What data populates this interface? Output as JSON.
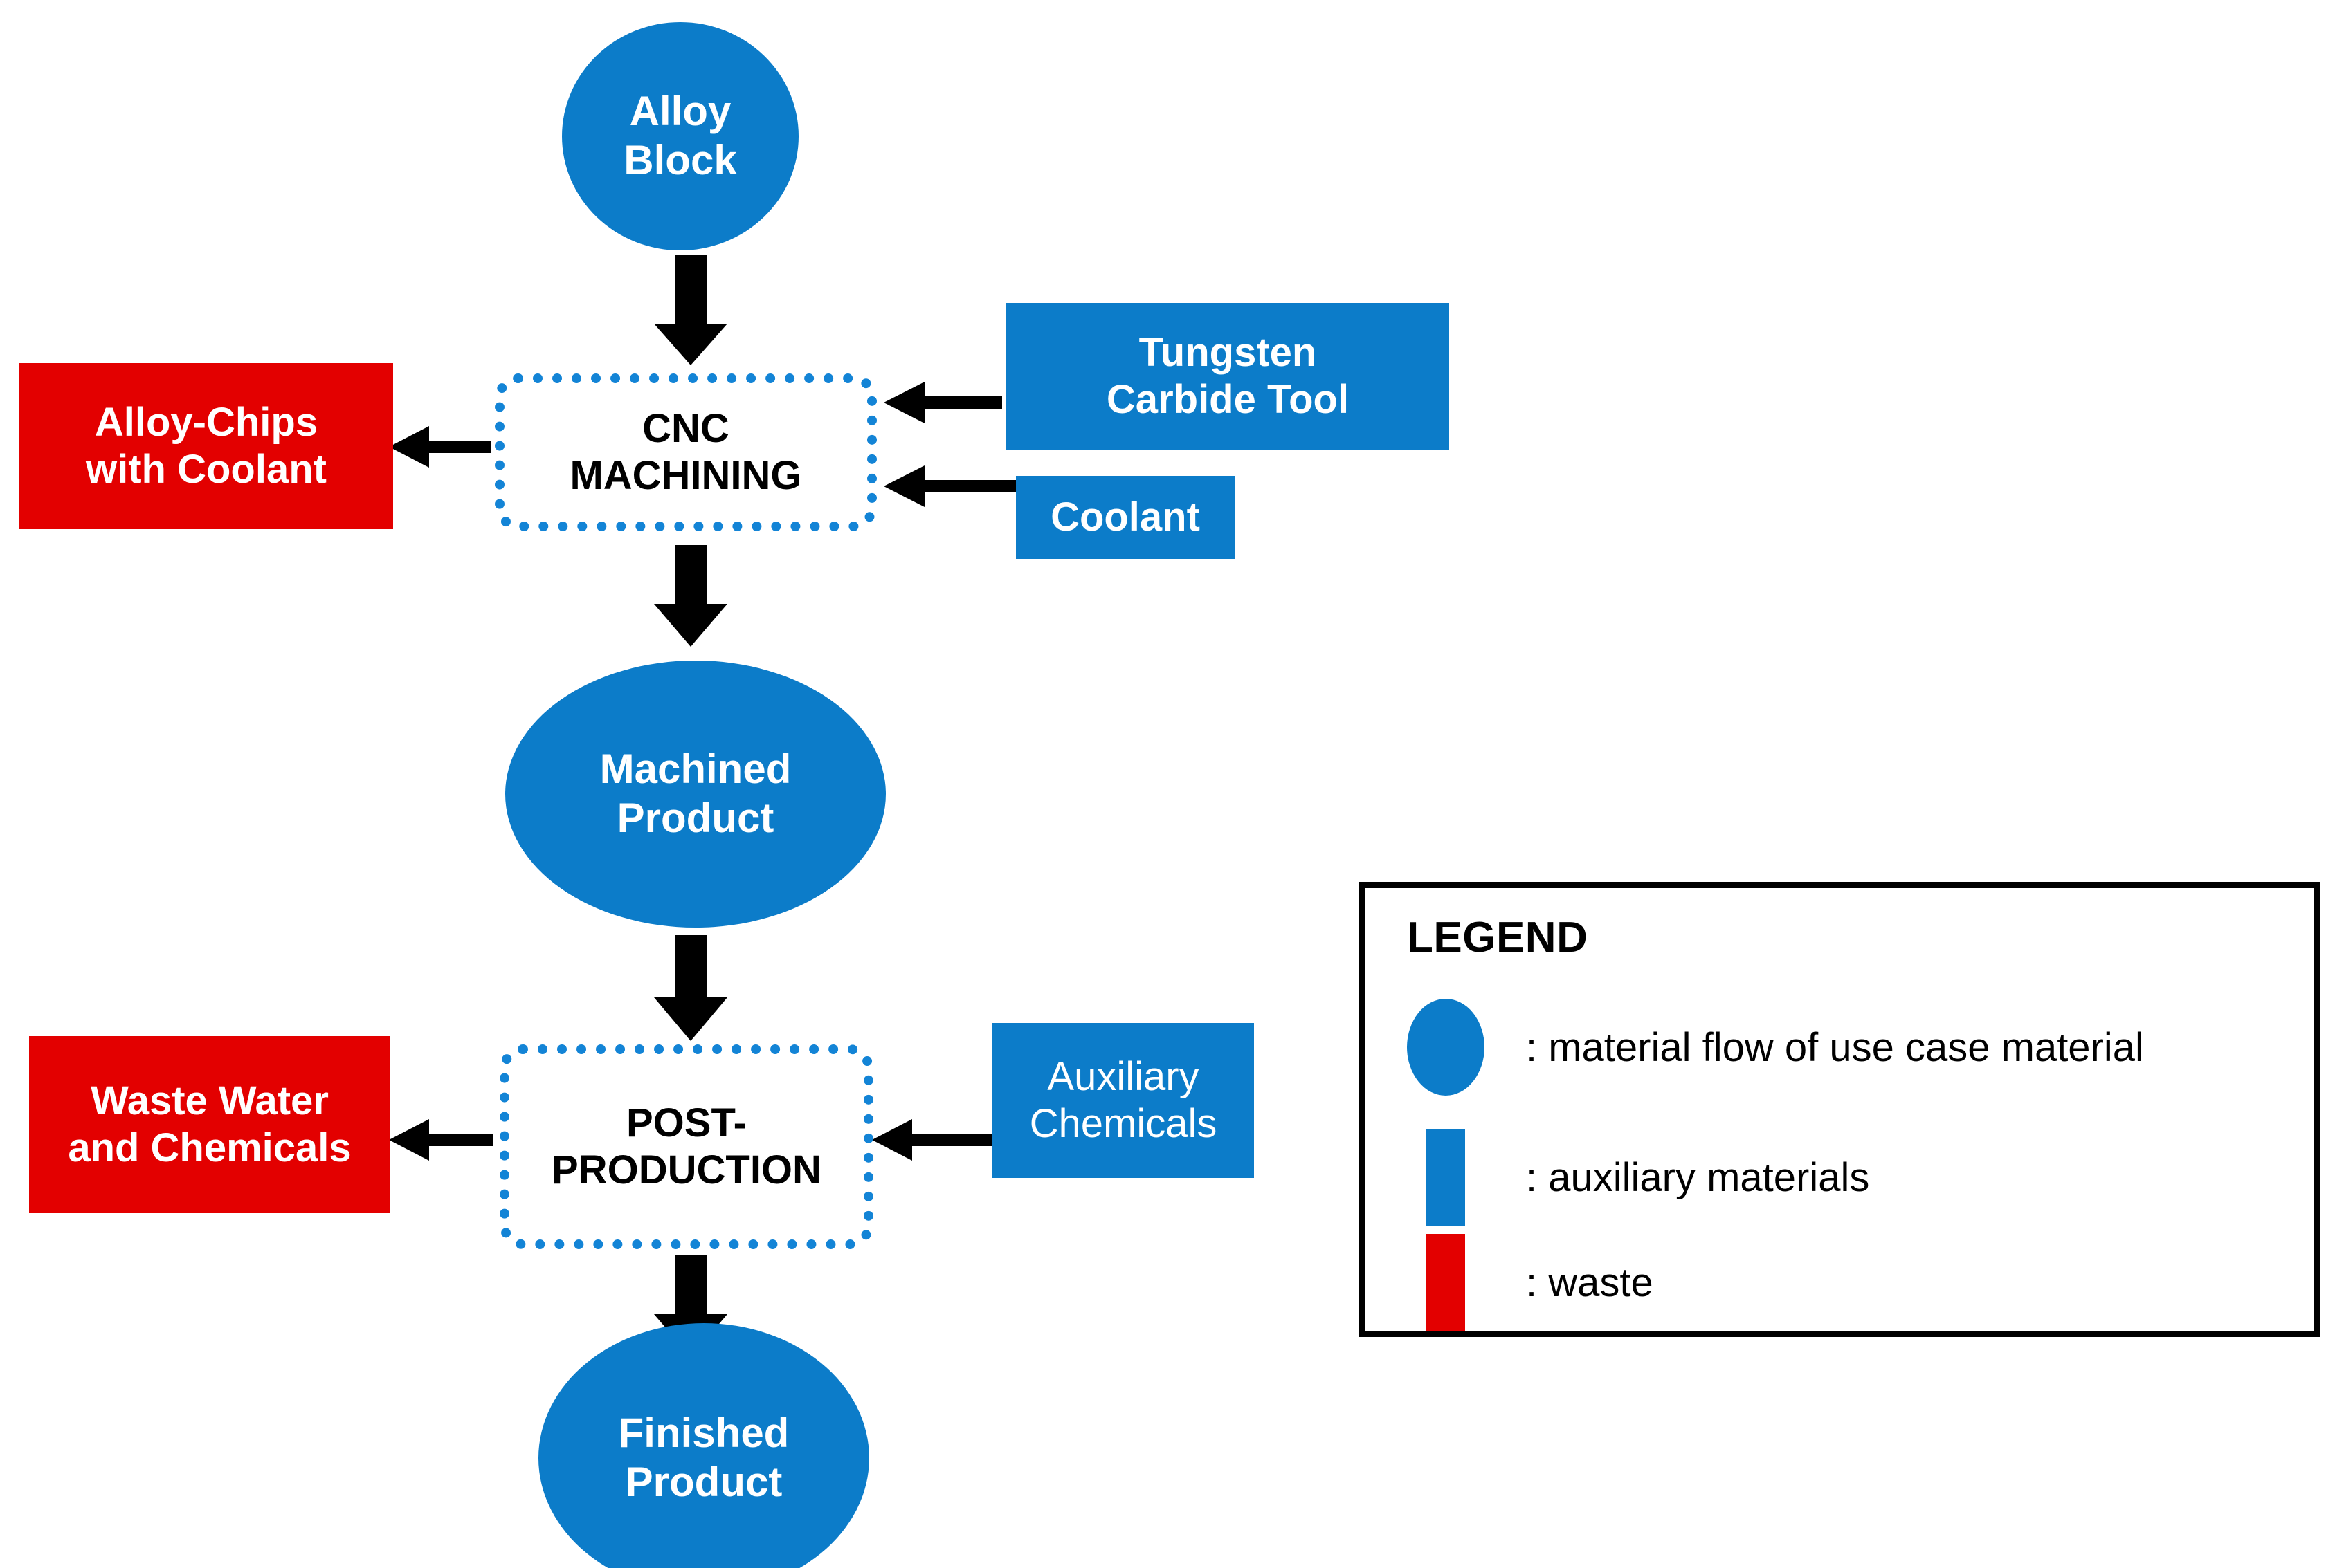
{
  "diagram": {
    "title": "CNC machining process material flow",
    "colors": {
      "material_flow_blue": "#0C7CC9",
      "waste_red": "#E30000",
      "process_border_blue": "#1384D6",
      "arrow_black": "#000000",
      "background": "#FFFFFF"
    },
    "nodes": {
      "alloy_block": {
        "label_line1": "Alloy",
        "label_line2": "Block",
        "type": "material-flow"
      },
      "cnc_machining": {
        "label_line1": "CNC",
        "label_line2": "MACHINING",
        "type": "process"
      },
      "alloy_chips": {
        "label_line1": "Alloy-Chips",
        "label_line2": "with Coolant",
        "type": "waste"
      },
      "tungsten_tool": {
        "label_line1": "Tungsten",
        "label_line2": "Carbide Tool",
        "type": "auxiliary"
      },
      "coolant": {
        "label_line1": "Coolant",
        "type": "auxiliary"
      },
      "machined_product": {
        "label_line1": "Machined",
        "label_line2": "Product",
        "type": "material-flow"
      },
      "post_production": {
        "label_line1": "POST-",
        "label_line2": "PRODUCTION",
        "type": "process"
      },
      "waste_water": {
        "label_line1": "Waste Water",
        "label_line2": "and Chemicals",
        "type": "waste"
      },
      "auxiliary_chemicals": {
        "label_line1": "Auxiliary",
        "label_line2": "Chemicals",
        "type": "auxiliary"
      },
      "finished_product": {
        "label_line1": "Finished",
        "label_line2": "Product",
        "type": "material-flow"
      }
    },
    "legend": {
      "title": "LEGEND",
      "items": [
        {
          "shape": "ellipse",
          "color": "#0C7CC9",
          "label": ": material flow of use case material"
        },
        {
          "shape": "rect",
          "color": "#0C7CC9",
          "label": ": auxiliary materials"
        },
        {
          "shape": "rect",
          "color": "#E30000",
          "label": ": waste"
        }
      ]
    },
    "flows": [
      {
        "from": "alloy_block",
        "to": "cnc_machining",
        "direction": "down",
        "weight": "thick"
      },
      {
        "from": "cnc_machining",
        "to": "alloy_chips",
        "direction": "left",
        "weight": "thin"
      },
      {
        "from": "tungsten_tool",
        "to": "cnc_machining",
        "direction": "left",
        "weight": "thin"
      },
      {
        "from": "coolant",
        "to": "cnc_machining",
        "direction": "left",
        "weight": "thin"
      },
      {
        "from": "cnc_machining",
        "to": "machined_product",
        "direction": "down",
        "weight": "thick"
      },
      {
        "from": "machined_product",
        "to": "post_production",
        "direction": "down",
        "weight": "thick"
      },
      {
        "from": "post_production",
        "to": "waste_water",
        "direction": "left",
        "weight": "thin"
      },
      {
        "from": "auxiliary_chemicals",
        "to": "post_production",
        "direction": "left",
        "weight": "thin"
      },
      {
        "from": "post_production",
        "to": "finished_product",
        "direction": "down",
        "weight": "thick"
      }
    ]
  }
}
